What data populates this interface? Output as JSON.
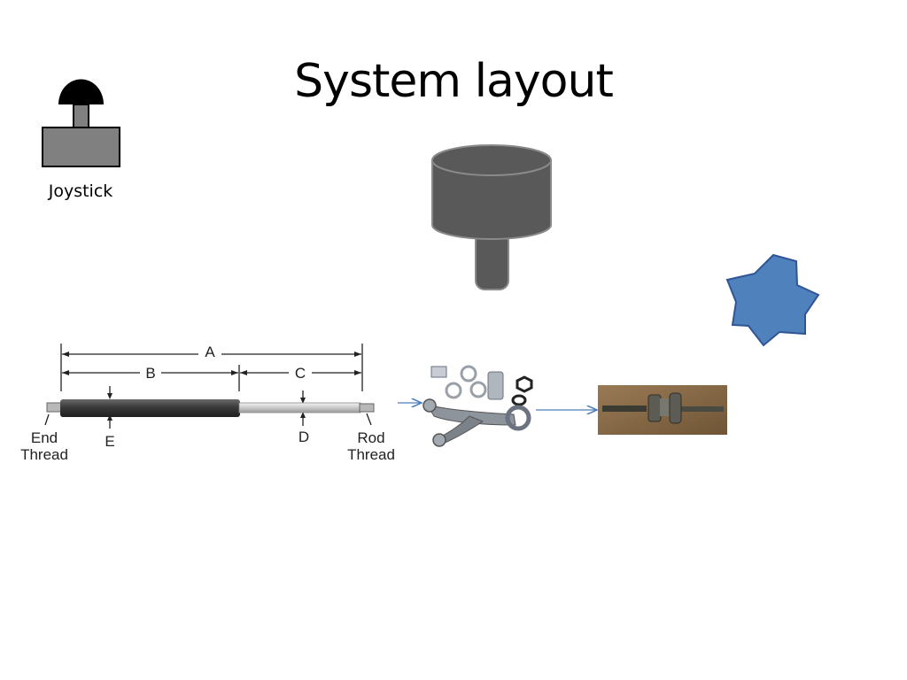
{
  "slide": {
    "title": "System layout",
    "joystick_label": "Joystick"
  },
  "gas_spring_diagram": {
    "dimension_labels": [
      "A",
      "B",
      "C",
      "D",
      "E"
    ],
    "end_thread_line1": "End",
    "end_thread_line2": "Thread",
    "rod_thread_line1": "Rod",
    "rod_thread_line2": "Thread"
  },
  "colors": {
    "joystick_fill": "#808080",
    "knob": "#000000",
    "cylinder_fill": "#595959",
    "star_fill": "#4F81BD",
    "star_stroke": "#2F5597",
    "arrow": "#4A7EBB"
  },
  "icons": [
    "joystick-icon",
    "cylinder-icon",
    "star-icon",
    "connecting-rod-image",
    "crankshaft-image"
  ]
}
